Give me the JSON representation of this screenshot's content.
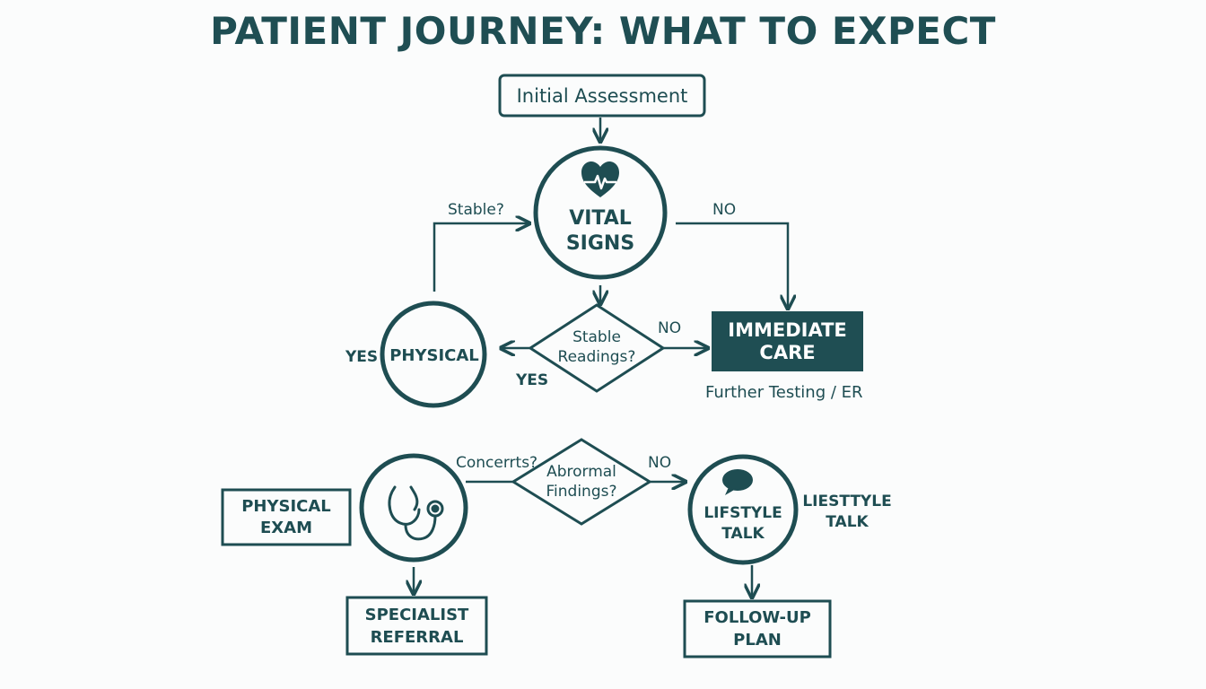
{
  "title": "PATIENT JOURNEY: WHAT TO EXPECT",
  "colors": {
    "primary": "#1e4d52",
    "background": "#fbfcfc",
    "dark_fill": "#1f4e53",
    "inverse_text": "#ffffff"
  },
  "nodes": {
    "initial_assessment": "Initial Assessment",
    "vital_signs": [
      "VITAL",
      "SIGNS"
    ],
    "physical": "PHYSICAL",
    "stable_readings": [
      "Stable",
      "Readings?"
    ],
    "immediate_care": [
      "IMMEDIATE",
      "CARE"
    ],
    "further_testing": "Further Testing / ER",
    "physical_exam": [
      "PHYSICAL",
      "EXAM"
    ],
    "abnormal_findings": [
      "Abrormal",
      "Findings?"
    ],
    "lifestyle_talk": [
      "LIFSTYLE",
      "TALK"
    ],
    "lifestyle_side": [
      "LIESTTYLE",
      "TALK"
    ],
    "specialist_referral": [
      "SPECIALIST",
      "REFERRAL"
    ],
    "follow_up_plan": [
      "FOLLOW-UP",
      "PLAN"
    ]
  },
  "edge_labels": {
    "stable_q": "Stable?",
    "no_top": "NO",
    "no_middle": "NO",
    "yes_left": "YES",
    "yes_middle": "YES",
    "concerns_q": "Concerrts?",
    "no_bottom": "NO"
  },
  "icons": {
    "vital": "heart-pulse-icon",
    "exam": "stethoscope-icon",
    "lifestyle": "speech-bubble-icon"
  }
}
